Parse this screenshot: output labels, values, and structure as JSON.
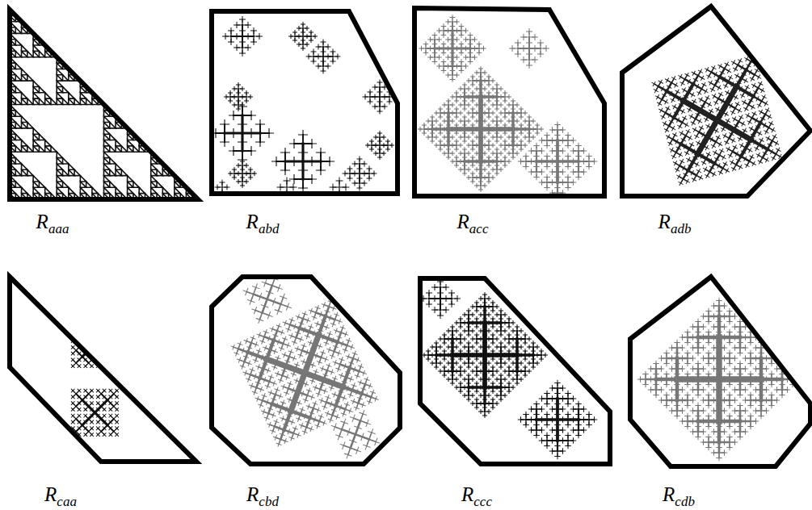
{
  "diagram": {
    "labels": [
      "Raaa",
      "Rabd",
      "Racc",
      "Radb",
      "Rcaa",
      "Rcbd",
      "Rccc",
      "Rcdb"
    ]
  }
}
